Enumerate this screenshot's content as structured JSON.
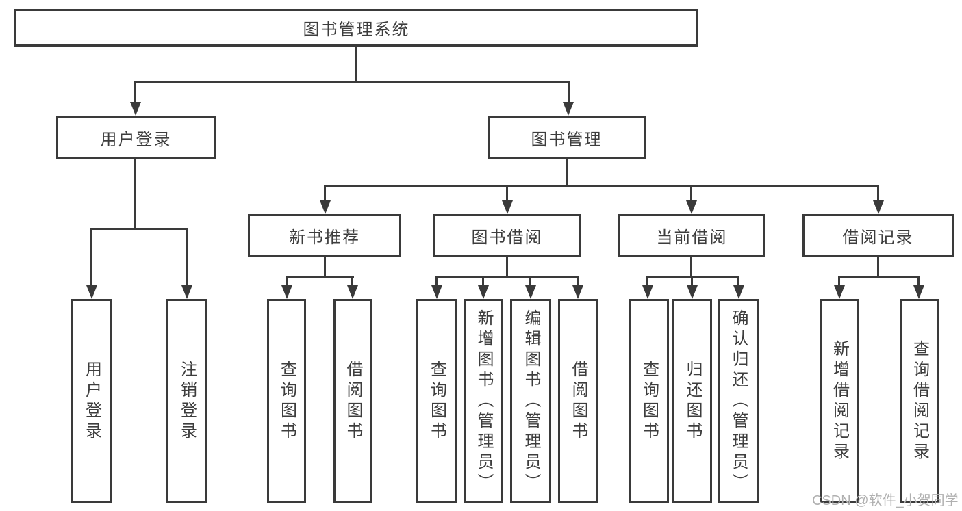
{
  "colors": {
    "line": "#3a3a3a",
    "text": "#3d3d3d",
    "watermark-color": "#b0b0b0",
    "background": "#ffffff"
  },
  "watermark": {
    "text": "CSDN @软件_小贺同学"
  },
  "tree": {
    "root": {
      "label": "图书管理系统"
    },
    "branches": [
      {
        "label": "用户登录",
        "children": [
          {
            "label": "用户登录"
          },
          {
            "label": "注销登录"
          }
        ]
      },
      {
        "label": "图书管理",
        "children": [
          {
            "label": "新书推荐",
            "children": [
              {
                "label": "查询图书"
              },
              {
                "label": "借阅图书"
              }
            ]
          },
          {
            "label": "图书借阅",
            "children": [
              {
                "label": "查询图书"
              },
              {
                "label": "新增图书（管理员）"
              },
              {
                "label": "编辑图书（管理员）"
              },
              {
                "label": "借阅图书"
              }
            ]
          },
          {
            "label": "当前借阅",
            "children": [
              {
                "label": "查询图书"
              },
              {
                "label": "归还图书"
              },
              {
                "label": "确认归还（管理员）"
              }
            ]
          },
          {
            "label": "借阅记录",
            "children": [
              {
                "label": "新增借阅记录"
              },
              {
                "label": "查询借阅记录"
              }
            ]
          }
        ]
      }
    ]
  }
}
